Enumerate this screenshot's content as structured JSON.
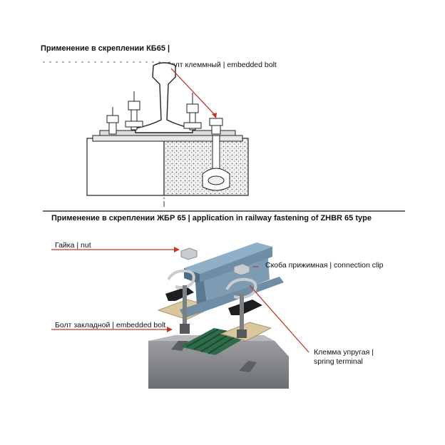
{
  "top": {
    "title": "Применение в скреплении КБ65 |",
    "bolt_label": "болт клеммный | embedded bolt"
  },
  "bottom": {
    "title": "Применение в скреплении ЖБР 65 | application in railway fastening of ZHBR 65 type",
    "labels": {
      "nut": "Гайка | nut",
      "clip": "Скоба прижимная | connection clip",
      "bolt": "Болт закладной | embedded bolt",
      "terminal_line1": "Клемма упругая |",
      "terminal_line2": "spring terminal"
    }
  },
  "colors": {
    "leader": "#c0392b",
    "rail": "#6f8ea6",
    "plate": "#2e6b4a",
    "pad": "#d9c7a0",
    "sleeper": "#8e9093"
  }
}
